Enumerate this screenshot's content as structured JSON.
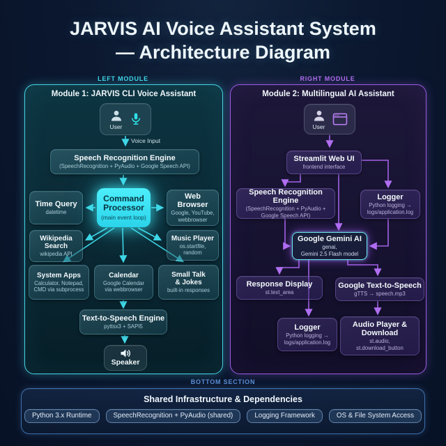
{
  "title": "JARVIS AI Voice Assistant System\n— Architecture Diagram",
  "colors": {
    "left_accent": "#3fd6e6",
    "right_accent": "#b06ef0",
    "bottom_accent": "#5b8fd6",
    "command_processor_bg": "#3ee6f5",
    "gemini_border": "#6beaf0"
  },
  "left_module": {
    "label": "LEFT MODULE",
    "title": "Module 1: JARVIS CLI Voice Assistant",
    "user_label": "User",
    "voice_input_label": "Voice Input",
    "nodes": {
      "speech_recognition": {
        "title": "Speech Recognition Engine",
        "subtitle": "(SpeechRecognition + PyAudio + Google Speech API)"
      },
      "time_query": {
        "title": "Time Query",
        "subtitle": "datetime"
      },
      "command_processor": {
        "title": "Command\nProcessor",
        "subtitle": "(main event loop)"
      },
      "web_browser": {
        "title": "Web Browser",
        "subtitle": "Google, YouTube,\nwebbrowser"
      },
      "wikipedia": {
        "title": "Wikipedia\nSearch",
        "subtitle": "wikipedia API"
      },
      "music_player": {
        "title": "Music Player",
        "subtitle": "os.startfile,\nrandom"
      },
      "system_apps": {
        "title": "System Apps",
        "subtitle": "Calculator, Notepad,\nCMD via subprocess"
      },
      "calendar": {
        "title": "Calendar",
        "subtitle": "Google Calendar\nvia webbrowser"
      },
      "small_talk": {
        "title": "Small Talk\n& Jokes",
        "subtitle": "built-in responses"
      },
      "tts": {
        "title": "Text-to-Speech Engine",
        "subtitle": "pyttsx3 + SAPI5"
      },
      "speaker": {
        "title": "Speaker"
      }
    }
  },
  "right_module": {
    "label": "RIGHT MODULE",
    "title": "Module 2: Multilingual AI Assistant",
    "user_label": "User",
    "nodes": {
      "streamlit": {
        "title": "Streamlit Web UI",
        "subtitle": "frontend interface"
      },
      "speech_recognition": {
        "title": "Speech Recognition Engine",
        "subtitle": "(SpeechRecognition + PyAudio +\nGoogle Speech API)"
      },
      "logger_top": {
        "title": "Logger",
        "subtitle": "Python logging →\nlogs/application.log"
      },
      "gemini": {
        "title": "Google Gemini AI",
        "subtitle": "genai,\nGemini 2.5 Flash model"
      },
      "response_display": {
        "title": "Response Display",
        "subtitle": "st.text_area"
      },
      "google_tts": {
        "title": "Google Text-to-Speech",
        "subtitle": "gTTS → speech.mp3"
      },
      "logger_bottom": {
        "title": "Logger",
        "subtitle": "Python logging →\nlogs/application.log"
      },
      "audio_player": {
        "title": "Audio Player &\nDownload",
        "subtitle": "st.audio,\nst.download_button"
      }
    }
  },
  "bottom_section": {
    "label": "BOTTOM SECTION",
    "title": "Shared Infrastructure & Dependencies",
    "pills": [
      "Python 3.x Runtime",
      "SpeechRecognition + PyAudio (shared)",
      "Logging Framework",
      "OS & File System Access"
    ]
  }
}
